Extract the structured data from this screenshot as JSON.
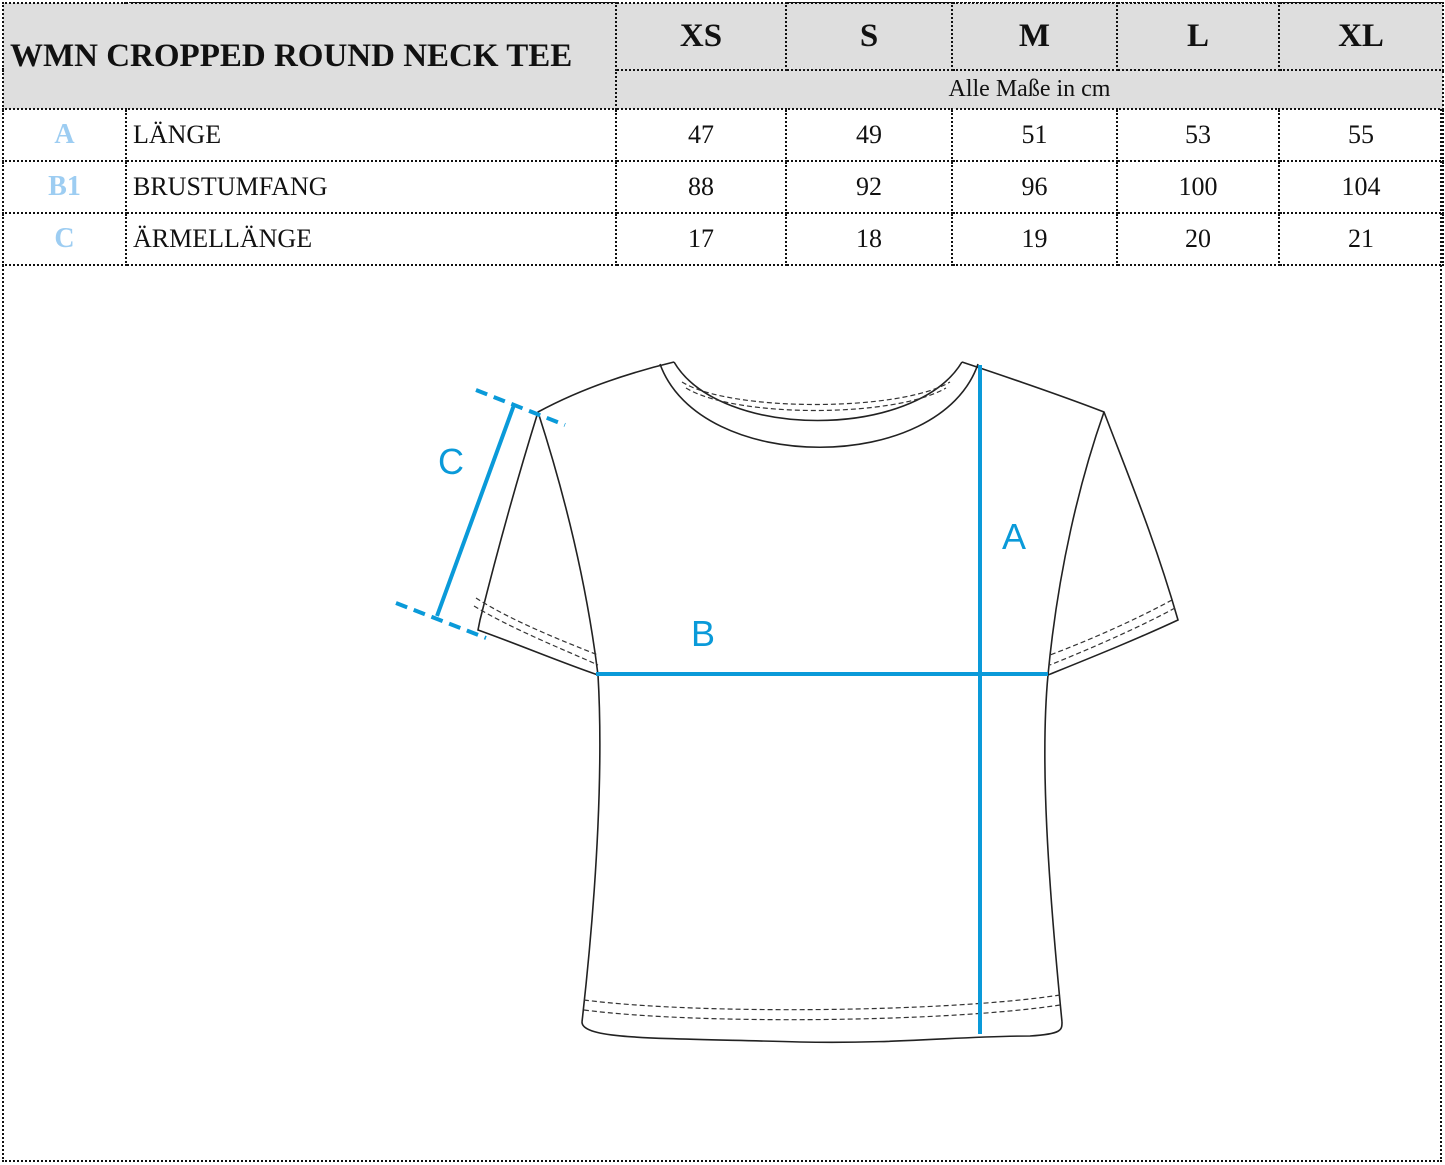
{
  "title": "WMN CROPPED ROUND NECK TEE",
  "sizes": [
    "XS",
    "S",
    "M",
    "L",
    "XL"
  ],
  "unit_note": "Alle Maße in cm",
  "rows": [
    {
      "code": "A",
      "label": "LÄNGE",
      "values": [
        "47",
        "49",
        "51",
        "53",
        "55"
      ]
    },
    {
      "code": "B1",
      "label": "BRUSTUMFANG",
      "values": [
        "88",
        "92",
        "96",
        "100",
        "104"
      ]
    },
    {
      "code": "C",
      "label": "ÄRMELLÄNGE",
      "values": [
        "17",
        "18",
        "19",
        "20",
        "21"
      ]
    }
  ],
  "diagram": {
    "labels": {
      "a": "A",
      "b": "B",
      "c": "C"
    },
    "measure_color": "#0a9ad9",
    "code_color": "#9dcdf2",
    "header_bg": "#dedede"
  }
}
